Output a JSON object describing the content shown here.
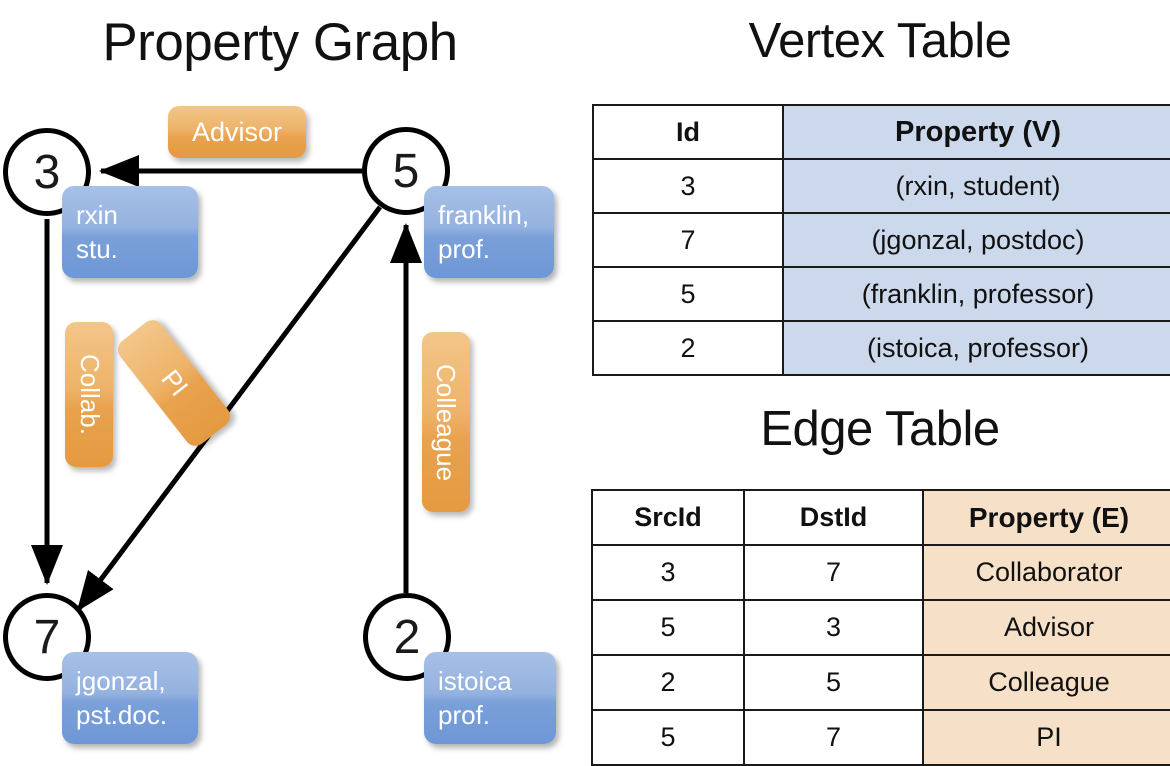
{
  "titles": {
    "property_graph": "Property Graph",
    "vertex_table": "Vertex Table",
    "edge_table": "Edge Table"
  },
  "graph": {
    "vertices": [
      {
        "id": "3",
        "property_label": "rxin\nstu."
      },
      {
        "id": "5",
        "property_label": "franklin,\nprof."
      },
      {
        "id": "7",
        "property_label": "jgonzal,\npst.doc."
      },
      {
        "id": "2",
        "property_label": "istoica\nprof."
      }
    ],
    "vertex_labels": {
      "v3": "3",
      "v5": "5",
      "v7": "7",
      "v2": "2"
    },
    "property_callouts": {
      "rxin_line1": "rxin",
      "rxin_line2": "stu.",
      "franklin_line1": "franklin,",
      "franklin_line2": "prof.",
      "jgonzal_line1": "jgonzal,",
      "jgonzal_line2": "pst.doc.",
      "istoica_line1": "istoica",
      "istoica_line2": "prof."
    },
    "relation_labels": {
      "advisor": "Advisor",
      "collab": "Collab.",
      "pi": "PI",
      "colleague": "Colleague"
    },
    "edges": [
      {
        "from": "5",
        "to": "3",
        "label": "Advisor"
      },
      {
        "from": "3",
        "to": "7",
        "label": "Collab."
      },
      {
        "from": "5",
        "to": "7",
        "label": "PI"
      },
      {
        "from": "2",
        "to": "5",
        "label": "Colleague"
      }
    ]
  },
  "vertex_table": {
    "headers": [
      "Id",
      "Property (V)"
    ],
    "rows": [
      {
        "id": "3",
        "property": "(rxin, student)"
      },
      {
        "id": "7",
        "property": "(jgonzal, postdoc)"
      },
      {
        "id": "5",
        "property": "(franklin, professor)"
      },
      {
        "id": "2",
        "property": "(istoica, professor)"
      }
    ]
  },
  "edge_table": {
    "headers": [
      "SrcId",
      "DstId",
      "Property (E)"
    ],
    "rows": [
      {
        "src": "3",
        "dst": "7",
        "property": "Collaborator"
      },
      {
        "src": "5",
        "dst": "3",
        "property": "Advisor"
      },
      {
        "src": "2",
        "dst": "5",
        "property": "Colleague"
      },
      {
        "src": "5",
        "dst": "7",
        "property": "PI"
      }
    ]
  },
  "colors": {
    "vertex_property_fill": "#8fb0de",
    "edge_property_fill": "#eeb36a",
    "vertex_table_header_fill": "#ccd9ec",
    "edge_table_header_fill": "#f6e0c8",
    "stroke": "#000000",
    "background": "#ffffff"
  }
}
